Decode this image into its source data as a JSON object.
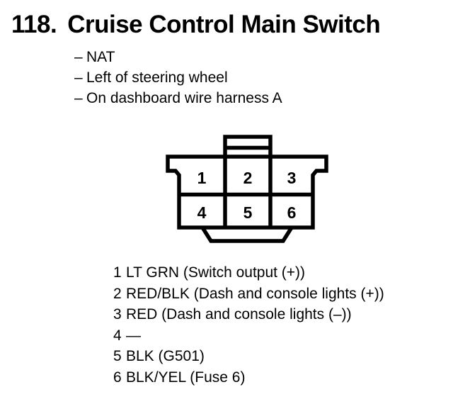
{
  "page": {
    "background_color": "#ffffff",
    "text_color": "#000000"
  },
  "header": {
    "section_number": "118.",
    "title": "Cruise Control Main Switch",
    "bullet_glyph": "–",
    "notes": [
      "NAT",
      "Left of steering wheel",
      "On dashboard wire harness A"
    ]
  },
  "connector": {
    "pins": [
      "1",
      "2",
      "3",
      "4",
      "5",
      "6"
    ]
  },
  "pin_list": {
    "items": [
      {
        "number": "1",
        "desc": "LT GRN (Switch output (+))"
      },
      {
        "number": "2",
        "desc": "RED/BLK (Dash and console lights (+))"
      },
      {
        "number": "3",
        "desc": "RED (Dash and console lights (–))"
      },
      {
        "number": "4",
        "desc": "—"
      },
      {
        "number": "5",
        "desc": "BLK (G501)"
      },
      {
        "number": "6",
        "desc": "BLK/YEL (Fuse 6)"
      }
    ]
  }
}
